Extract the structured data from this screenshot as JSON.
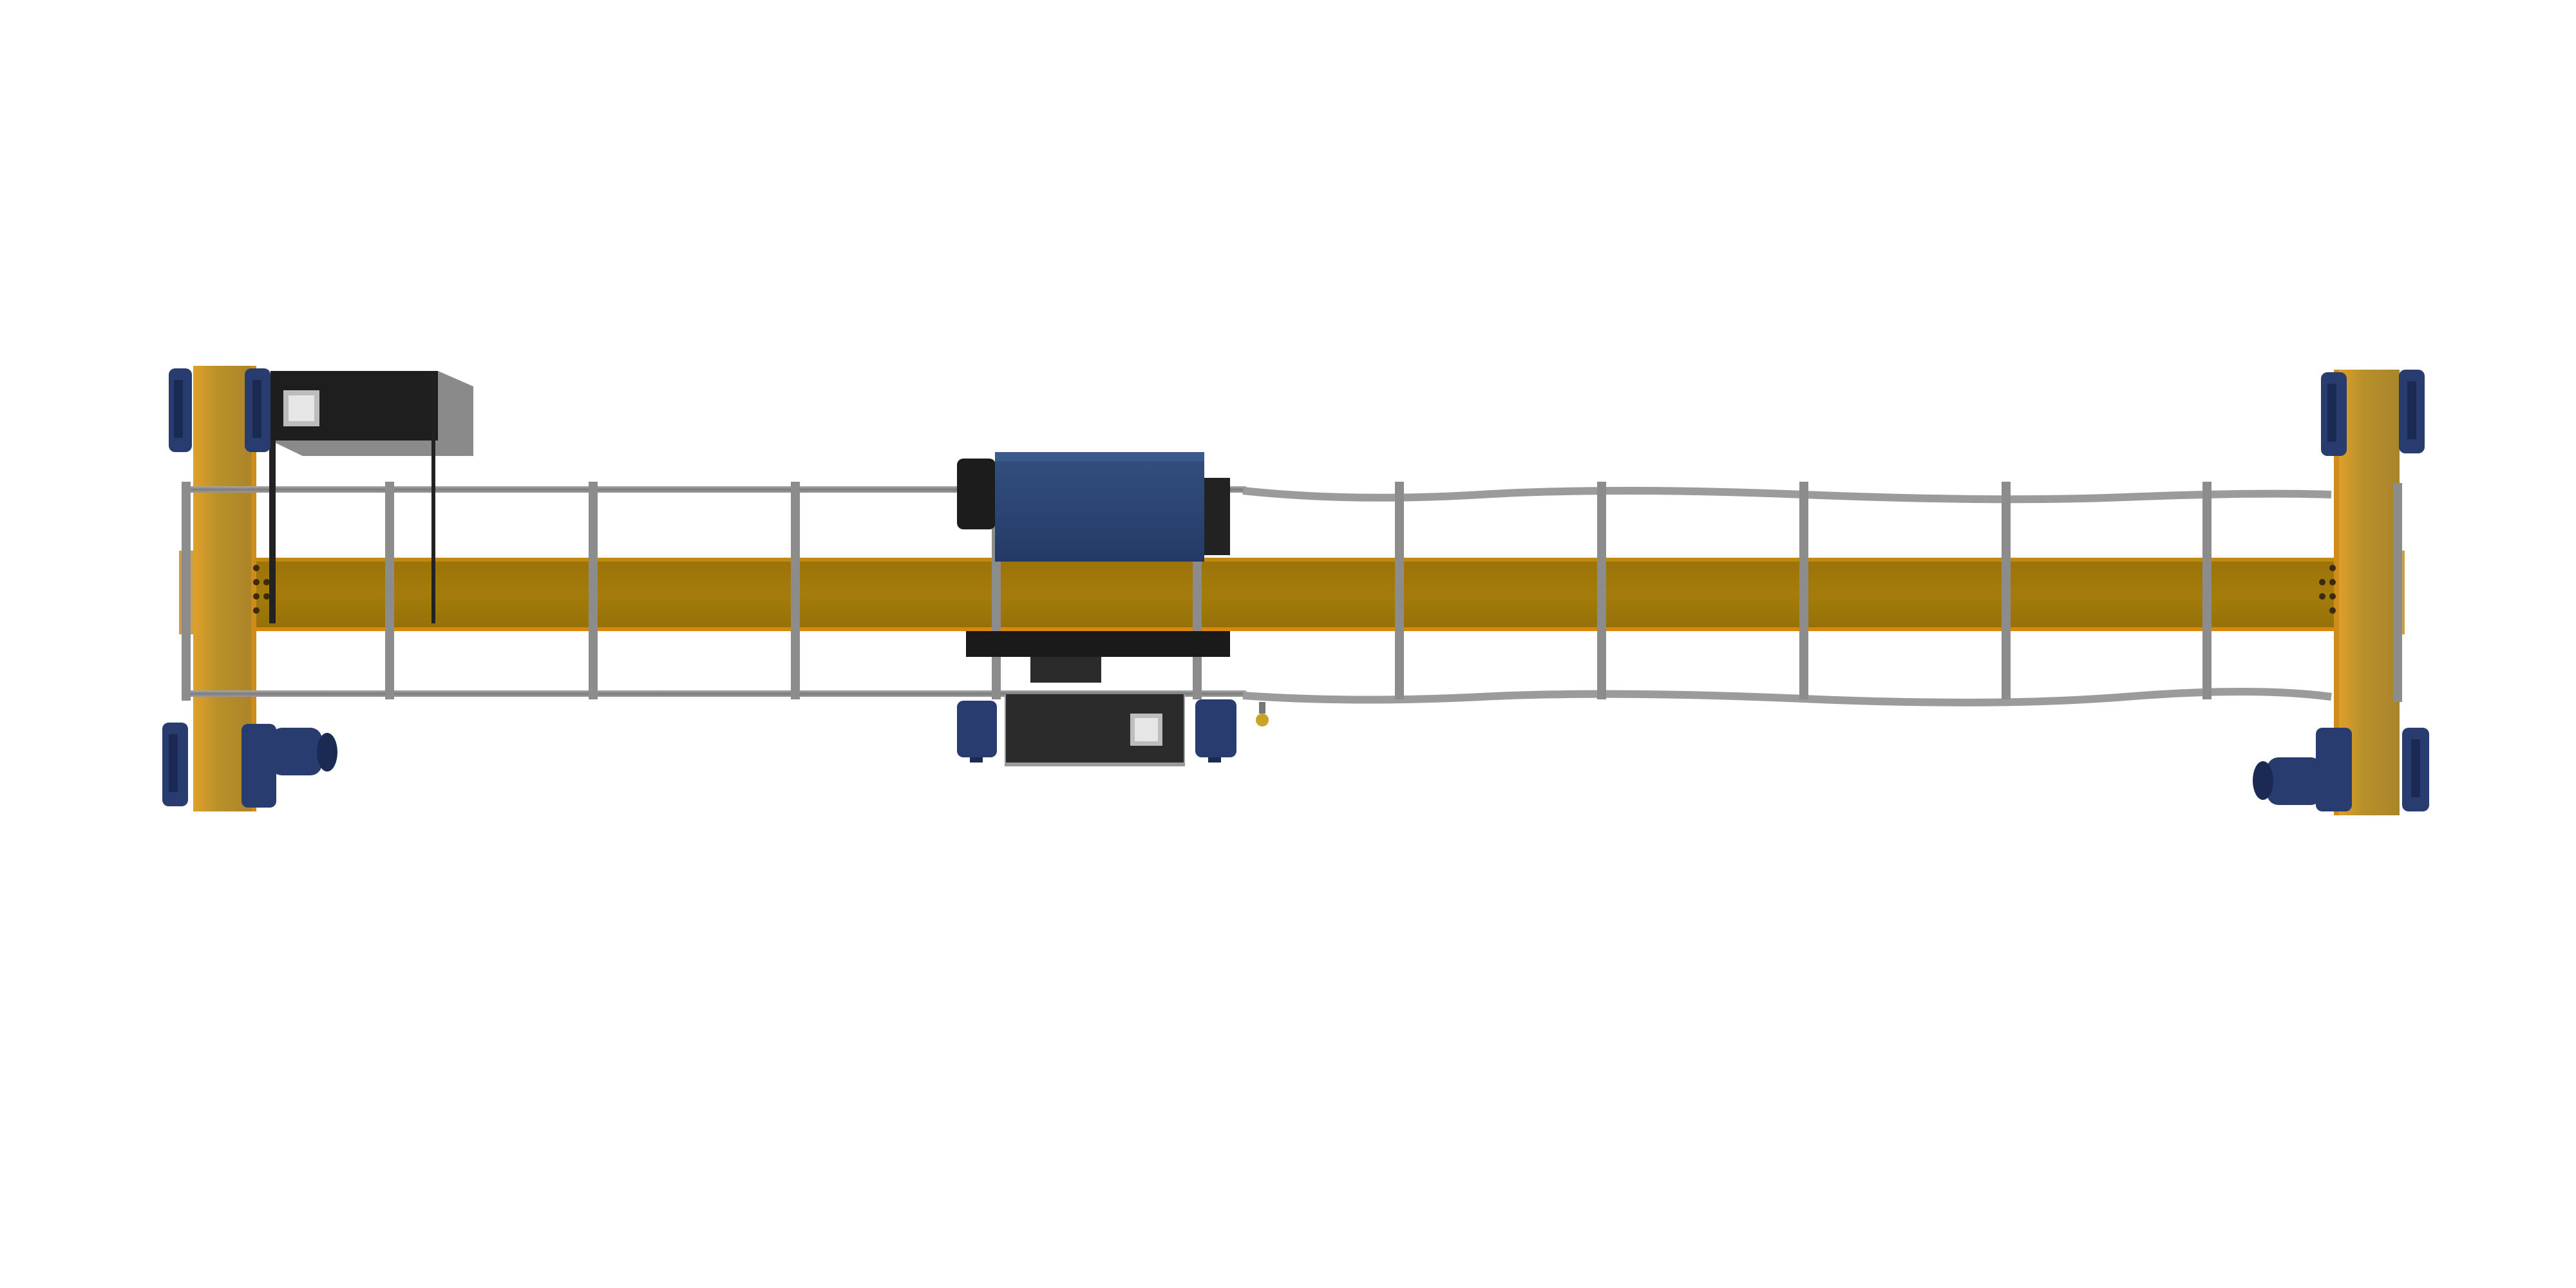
{
  "scene": {
    "subject": "overhead-bridge-crane-top-view",
    "background_color": "#ffffff",
    "colors": {
      "girder": "#a57c0b",
      "girder_edge": "#d8890c",
      "end_truck": "#b8912b",
      "motor": "#283c70",
      "motor_dark": "#1a2a52",
      "trolley_body": "#2d4474",
      "cabinet": "#1e1e1e",
      "cabinet_side": "#8a8a8a",
      "rail_gray": "#8c8c8c",
      "hook": "#c9a227"
    },
    "walkway_post_count": 10,
    "motor_count": 10
  }
}
